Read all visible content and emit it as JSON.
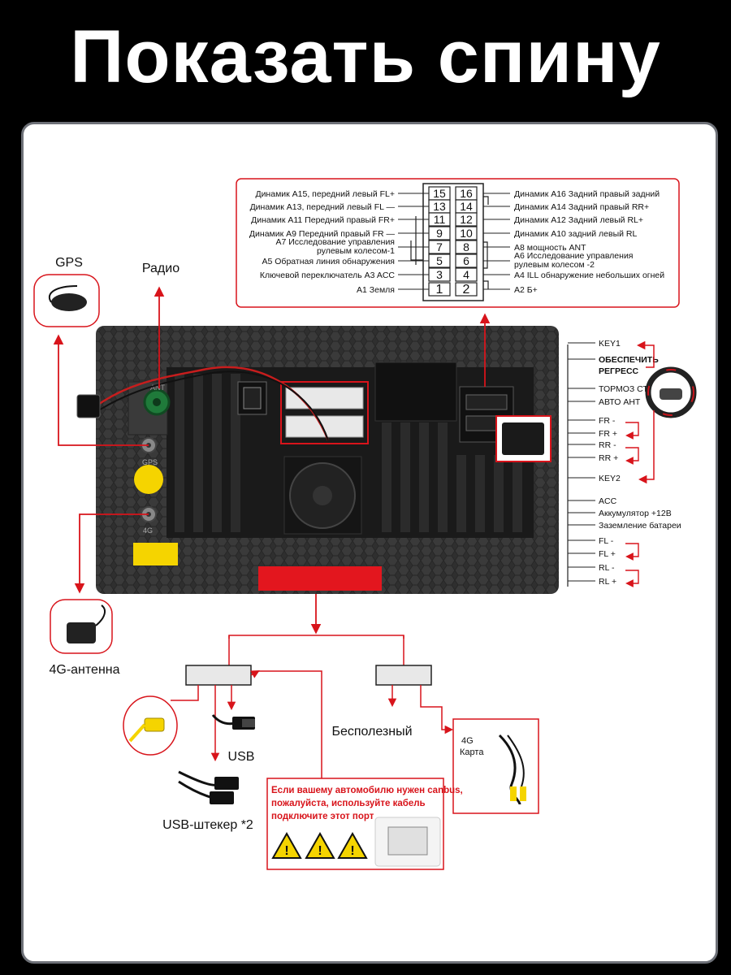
{
  "title": "Показать спину",
  "antennas": {
    "gps": "GPS",
    "radio": "Радио",
    "antenna_4g": "4G-антенна"
  },
  "panel_labels": {
    "ant": "ANT",
    "gps": "GPS",
    "g4": "4G"
  },
  "pins_left": [
    {
      "num": "15",
      "label": "Динамик A15, передний левый FL+"
    },
    {
      "num": "13",
      "label": "Динамик A13, передний левый FL —"
    },
    {
      "num": "11",
      "label": "Динамик A11 Передний правый FR+"
    },
    {
      "num": "9",
      "label": "Динамик A9 Передний правый FR —"
    },
    {
      "num": "7",
      "label": "A7 Исследование управления",
      "label2": "рулевым колесом-1"
    },
    {
      "num": "5",
      "label": "A5 Обратная линия обнаружения"
    },
    {
      "num": "3",
      "label": "Ключевой переключатель A3 ACC"
    },
    {
      "num": "1",
      "label": "A1 Земля"
    }
  ],
  "pins_right": [
    {
      "num": "16",
      "label": "Динамик A16 Задний правый задний"
    },
    {
      "num": "14",
      "label": "Динамик A14 Задний правый RR+"
    },
    {
      "num": "12",
      "label": "Динамик A12 Задний левый RL+"
    },
    {
      "num": "10",
      "label": "Динамик A10 задний левый RL"
    },
    {
      "num": "8",
      "label": "A8 мощность ANT"
    },
    {
      "num": "6",
      "label": "A6 Исследование управления",
      "label2": "рулевым колесом -2"
    },
    {
      "num": "4",
      "label": "A4 ILL обнаружение небольших огней"
    },
    {
      "num": "2",
      "label": "A2 Б+"
    }
  ],
  "side_labels": [
    "KEY1",
    "ОБЕСПЕЧИТЬ",
    "РЕГРЕСС",
    "ТОРМОЗ СТ",
    "АВТО АНТ",
    "FR -",
    "FR +",
    "RR -",
    "RR +",
    "KEY2",
    "ACC",
    "Аккумулятор +12В",
    "Заземление батареи",
    "FL -",
    "FL +",
    "RL -",
    "RL +"
  ],
  "bottom": {
    "usb": "USB",
    "usb2": "USB-штекер *2",
    "useless": "Бесполезный",
    "map_4g_1": "4G",
    "map_4g_2": "Карта",
    "canbus_1": "Если вашему автомобилю нужен canbus,",
    "canbus_2": "пожалуйста, используйте кабель",
    "canbus_3": "подключите этот порт"
  },
  "colors": {
    "accent": "#d8141b",
    "panel": "#2a2a2a",
    "antenna_green": "#1f7a3a",
    "sticker_yellow": "#f5d400"
  }
}
